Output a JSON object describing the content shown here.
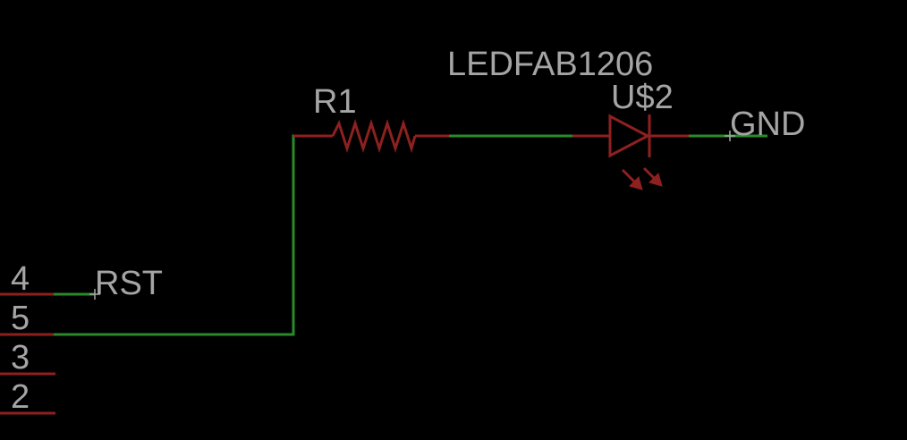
{
  "components": {
    "resistor": {
      "name": "R1"
    },
    "led": {
      "value": "LEDFAB1206",
      "name": "U$2"
    }
  },
  "net_labels": {
    "gnd": "GND",
    "rst": "RST"
  },
  "pins": [
    "4",
    "5",
    "3",
    "2"
  ],
  "colors": {
    "background": "#000000",
    "wire": "#2a8a2a",
    "part": "#8f2020",
    "text": "#a5a5a5"
  }
}
